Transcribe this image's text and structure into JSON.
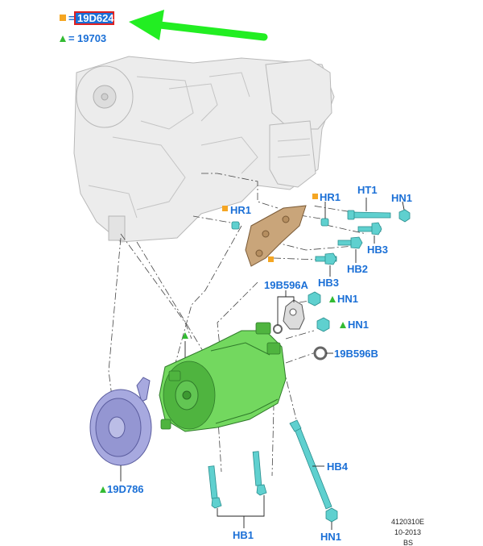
{
  "legend": {
    "square_symbol": "■",
    "square_equals": "=",
    "square_code": "19D624",
    "triangle_symbol": "▲",
    "triangle_equals": "=",
    "triangle_code": "19703"
  },
  "labels": {
    "hr1_left": "HR1",
    "hr1_right": "HR1",
    "ht1": "HT1",
    "hn1_top": "HN1",
    "hb3_a": "HB3",
    "hb2": "HB2",
    "hb3_b": "HB3",
    "p19b596a": "19B596A",
    "hn1_mid_a": "HN1",
    "hn1_mid_b": "HN1",
    "p19b596b": "19B596B",
    "hb4": "HB4",
    "p19d786": "19D786",
    "hb1": "HB1",
    "hn1_bottom": "HN1"
  },
  "footer": {
    "code": "4120310E",
    "date": "10-2013",
    "initials": "BS"
  },
  "colors": {
    "label_blue": "#1a6fd6",
    "legend_square": "#f5a623",
    "legend_triangle": "#33bb33",
    "arrow_green": "#22ee22",
    "highlight_box": "#e02020",
    "compressor_green": "#73d85f",
    "bolt_cyan": "#5fd0cf",
    "pulley_purple": "#a7a9df",
    "bracket_tan": "#c9a57a"
  },
  "icons": [
    "square-marker-icon",
    "triangle-marker-icon",
    "arrow-icon"
  ]
}
